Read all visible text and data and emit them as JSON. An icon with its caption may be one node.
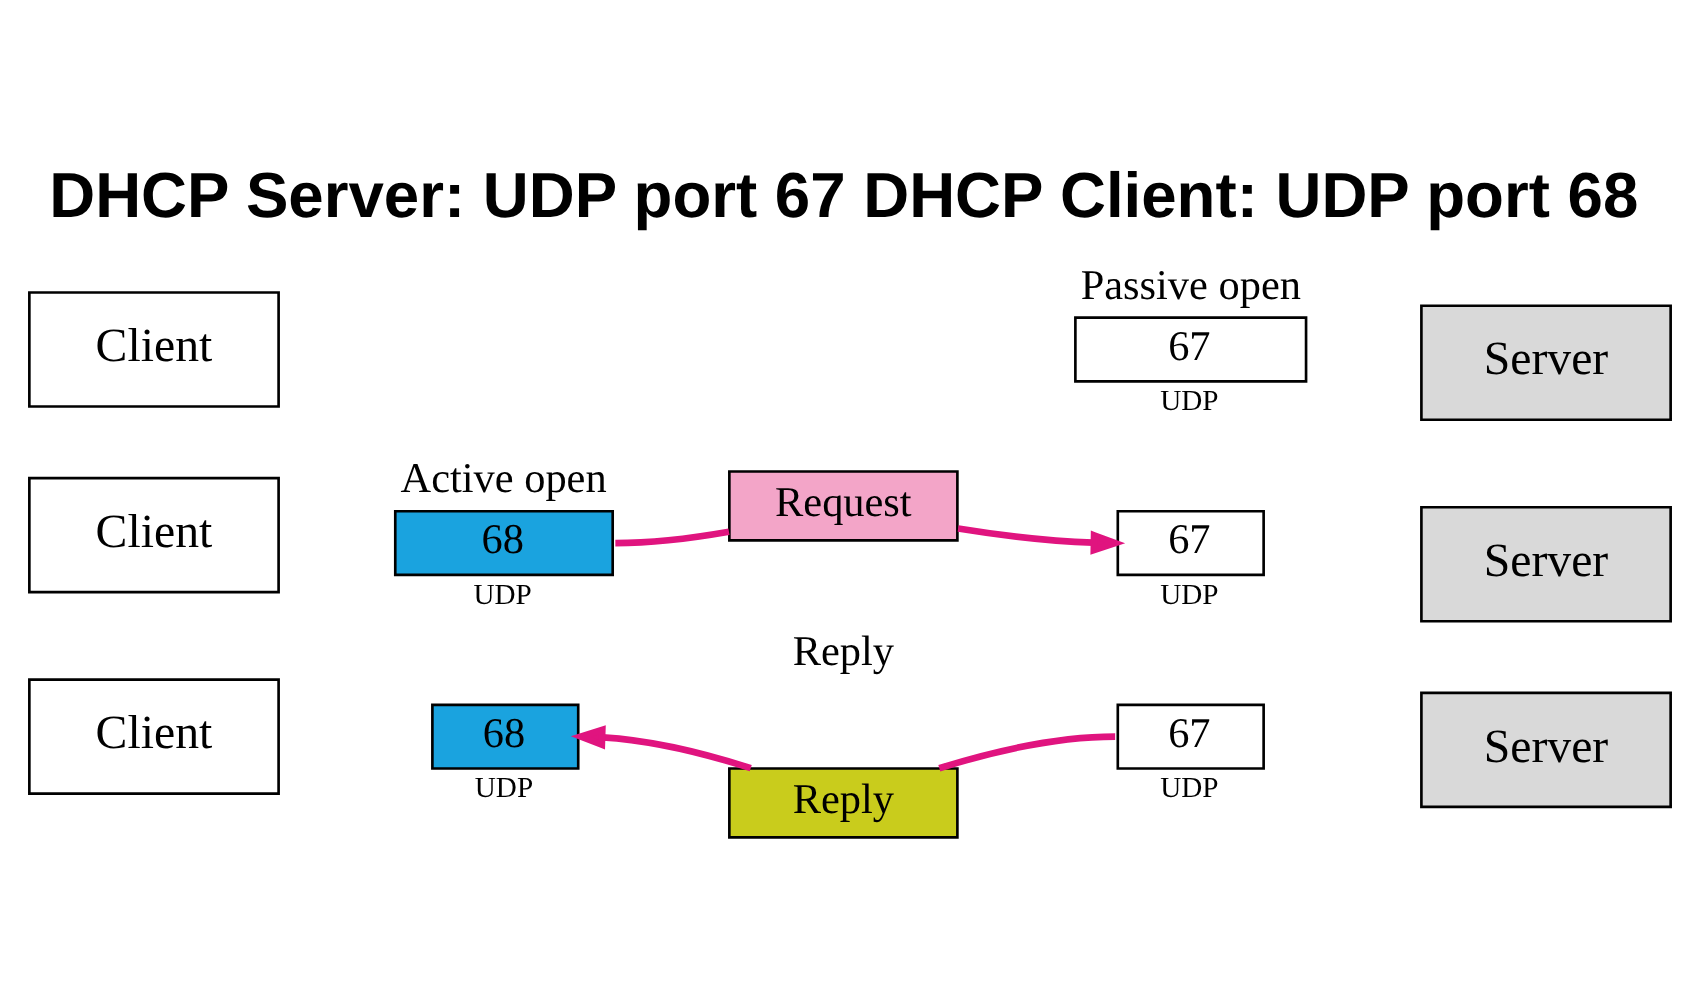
{
  "diagram": {
    "title": "DHCP Server: UDP port 67 DHCP Client: UDP port 68",
    "nodes": [
      {
        "text": [
          "Client"
        ]
      },
      {
        "text": [
          "67"
        ],
        "beside": [
          "Passive open",
          "UDP"
        ]
      },
      {
        "text": [
          "Server"
        ]
      },
      {
        "text": [
          "Client"
        ]
      },
      {
        "text": [
          "68"
        ],
        "beside": [
          "Active open",
          "UDP"
        ]
      },
      {
        "text": [
          "Request"
        ]
      },
      {
        "text": [
          "67"
        ],
        "beside": [
          "UDP"
        ]
      },
      {
        "text": [
          "Server"
        ]
      },
      {
        "text": [
          "Client"
        ]
      },
      {
        "text": [
          "68"
        ],
        "beside": [
          "UDP"
        ]
      },
      {
        "text": [
          "Reply"
        ]
      },
      {
        "text": [
          "67"
        ],
        "beside": [
          "UDP"
        ]
      },
      {
        "text": [
          "Server"
        ]
      }
    ],
    "edges": [
      {
        "from": 4,
        "to": 5,
        "arrow": "none"
      },
      {
        "from": 5,
        "to": 6,
        "arrow": "to"
      },
      {
        "from": 11,
        "to": 10,
        "arrow": "none"
      },
      {
        "from": 10,
        "to": 9,
        "arrow": "to"
      }
    ],
    "labels": [
      "Reply"
    ]
  }
}
